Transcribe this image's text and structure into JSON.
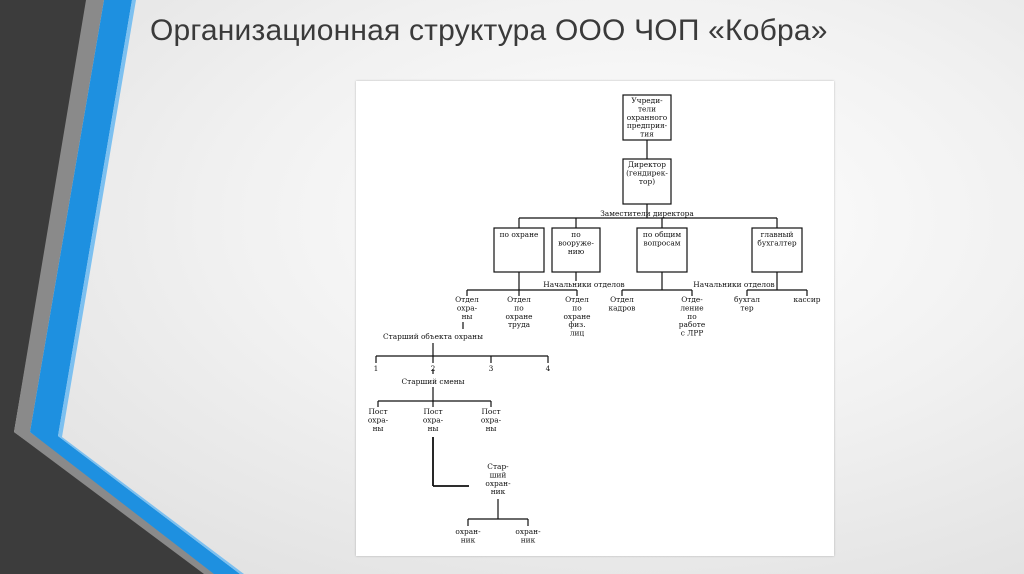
{
  "title": "Организационная структура ООО ЧОП «Кобра»",
  "colors": {
    "stripe_blue": "#1e90e0",
    "stripe_dark": "#3c3c3c",
    "stripe_grey": "#6a6a6a"
  },
  "org": {
    "founders": [
      "Учреди-",
      "тели",
      "охранного",
      "предприя-",
      "тия"
    ],
    "director": [
      "Директор",
      "(гендирек-",
      "тор)"
    ],
    "deputies_label": "Заместители директора",
    "deputies": [
      [
        "по охране"
      ],
      [
        "по",
        "вооруже-",
        "нию"
      ],
      [
        "по общим",
        "вопросам"
      ],
      [
        "главный",
        "бухгалтер"
      ]
    ],
    "dept_heads_label_1": "Начальники отделов",
    "dept_heads_label_2": "Начальники отделов",
    "depts_security": [
      [
        "Отдел",
        "охра-",
        "ны"
      ],
      [
        "Отдел",
        "по",
        "охране",
        "труда"
      ],
      [
        "Отдел",
        "по",
        "охране",
        "физ.",
        "лиц"
      ]
    ],
    "depts_general": [
      [
        "Отдел",
        "кадров"
      ],
      [
        "Отде-",
        "ление",
        "по",
        "работе",
        "с ЛРР"
      ]
    ],
    "depts_accounting": [
      [
        "бухгал",
        "тер"
      ],
      [
        "кассир"
      ]
    ],
    "senior_object": "Старший объекта охраны",
    "object_numbers": [
      "1",
      "2",
      "3",
      "4"
    ],
    "senior_shift": "Старший смены",
    "posts": [
      [
        "Пост",
        "охра-",
        "ны"
      ],
      [
        "Пост",
        "охра-",
        "ны"
      ],
      [
        "Пост",
        "охра-",
        "ны"
      ]
    ],
    "senior_guard": [
      "Стар-",
      "ший",
      "охран-",
      "ник"
    ],
    "guards": [
      [
        "охран-",
        "ник"
      ],
      [
        "охран-",
        "ник"
      ]
    ]
  }
}
